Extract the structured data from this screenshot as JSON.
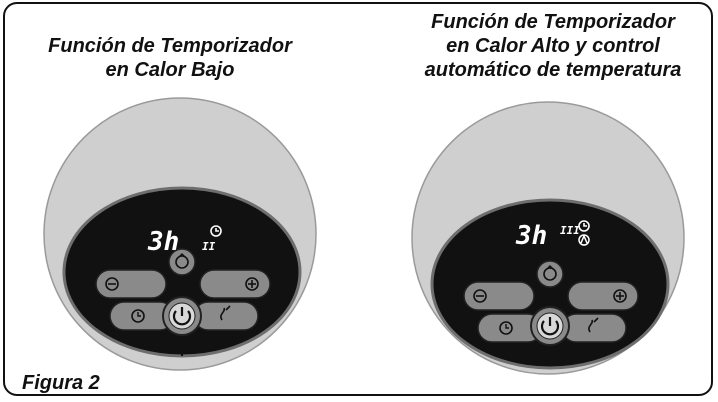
{
  "left_panel": {
    "title_lines": [
      "Función de Temporizador",
      "en Calor Bajo"
    ],
    "display": {
      "timer": "3h",
      "heat_level": "II"
    }
  },
  "right_panel": {
    "title_lines": [
      "Función de Temporizador",
      "en Calor Alto y control",
      "automático de temperatura"
    ],
    "display": {
      "timer": "3h",
      "heat_level": "III"
    }
  },
  "caption": "Figura 2",
  "colors": {
    "heater_body": "#cfcfcf",
    "control_panel": "#111111",
    "button": "#8a8a8a",
    "display_text": "#ffffff"
  },
  "icons": [
    "indicator-dot",
    "clock-icon",
    "oscillation-icon",
    "minus-icon",
    "plus-icon",
    "timer-icon",
    "power-icon",
    "thermostat-icon"
  ]
}
